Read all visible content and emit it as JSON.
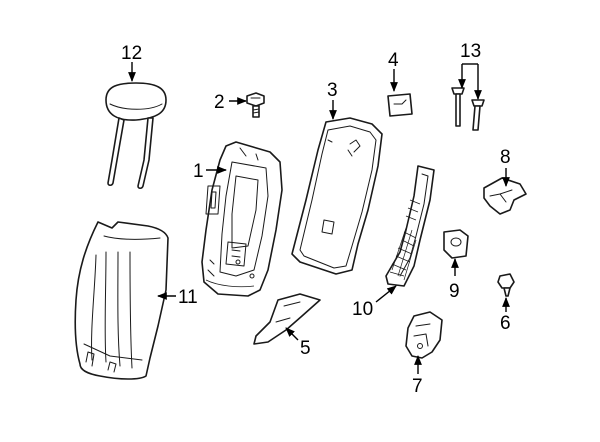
{
  "diagram": {
    "callouts": {
      "c1": "1",
      "c2": "2",
      "c3": "3",
      "c4": "4",
      "c5": "5",
      "c6": "6",
      "c7": "7",
      "c8": "8",
      "c9": "9",
      "c10": "10",
      "c11": "11",
      "c12": "12",
      "c13": "13"
    }
  }
}
